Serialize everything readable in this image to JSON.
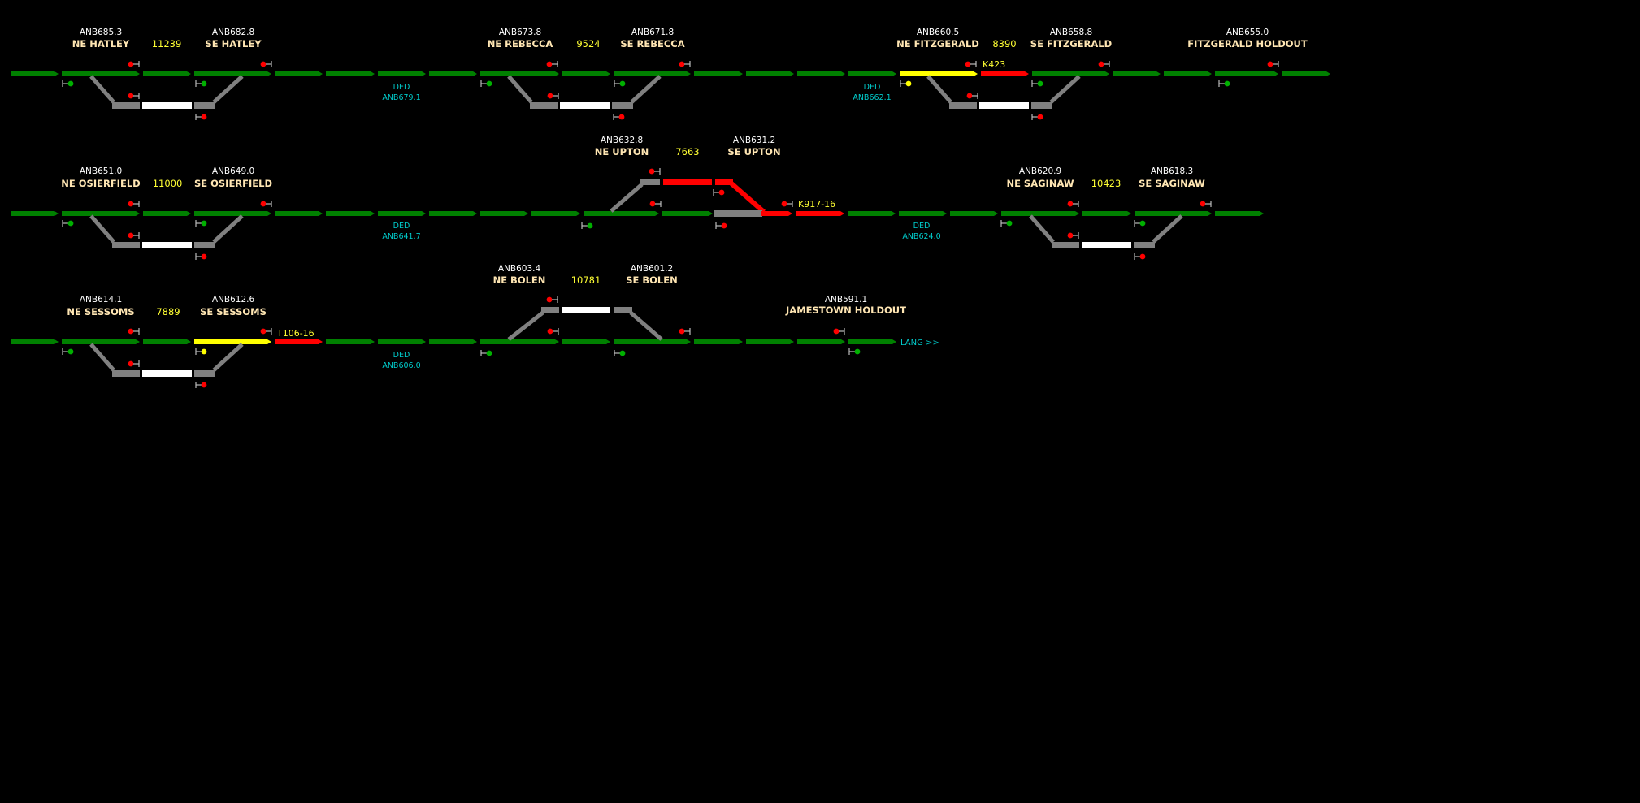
{
  "sidings": [
    {
      "id": "hatley",
      "ne_mp": "ANB685.3",
      "ne_name": "NE HATLEY",
      "length": "11239",
      "se_mp": "ANB682.8",
      "se_name": "SE HATLEY"
    },
    {
      "id": "rebecca",
      "ne_mp": "ANB673.8",
      "ne_name": "NE REBECCA",
      "length": "9524",
      "se_mp": "ANB671.8",
      "se_name": "SE REBECCA"
    },
    {
      "id": "fitzgerald",
      "ne_mp": "ANB660.5",
      "ne_name": "NE FITZGERALD",
      "length": "8390",
      "se_mp": "ANB658.8",
      "se_name": "SE FITZGERALD"
    },
    {
      "id": "osierfield",
      "ne_mp": "ANB651.0",
      "ne_name": "NE OSIERFIELD",
      "length": "11000",
      "se_mp": "ANB649.0",
      "se_name": "SE OSIERFIELD"
    },
    {
      "id": "upton",
      "ne_mp": "ANB632.8",
      "ne_name": "NE UPTON",
      "length": "7663",
      "se_mp": "ANB631.2",
      "se_name": "SE UPTON"
    },
    {
      "id": "saginaw",
      "ne_mp": "ANB620.9",
      "ne_name": "NE SAGINAW",
      "length": "10423",
      "se_mp": "ANB618.3",
      "se_name": "SE SAGINAW"
    },
    {
      "id": "sessoms",
      "ne_mp": "ANB614.1",
      "ne_name": "NE SESSOMS",
      "length": "7889",
      "se_mp": "ANB612.6",
      "se_name": "SE SESSOMS"
    },
    {
      "id": "bolen",
      "ne_mp": "ANB603.4",
      "ne_name": "NE BOLEN",
      "length": "10781",
      "se_mp": "ANB601.2",
      "se_name": "SE BOLEN"
    }
  ],
  "holdouts": [
    {
      "mp": "ANB655.0",
      "name": "FITZGERALD HOLDOUT"
    },
    {
      "mp": "ANB591.1",
      "name": "JAMESTOWN HOLDOUT"
    }
  ],
  "dead_ends": [
    {
      "label": "DED",
      "mp": "ANB679.1"
    },
    {
      "label": "DED",
      "mp": "ANB662.1"
    },
    {
      "label": "DED",
      "mp": "ANB641.7"
    },
    {
      "label": "DED",
      "mp": "ANB624.0"
    },
    {
      "label": "DED",
      "mp": "ANB606.0"
    }
  ],
  "trains": [
    {
      "symbol": "K423"
    },
    {
      "symbol": "K917-16"
    },
    {
      "symbol": "T106-16"
    }
  ],
  "link": {
    "label": "LANG >>"
  },
  "colors": {
    "background": "#000000",
    "track_unoccupied": "#008000",
    "track_occupied": "#ff0000",
    "track_routed": "#ffff00",
    "siding_track": "#808080",
    "siding_clear": "#ffffff",
    "signal_stop": "#ff0000",
    "signal_clear": "#00b000",
    "signal_approach": "#ffff00",
    "milepost_text": "#ffffff",
    "station_text": "#ffe6b3",
    "length_text": "#ffff33",
    "dead_end_text": "#00cccc"
  }
}
